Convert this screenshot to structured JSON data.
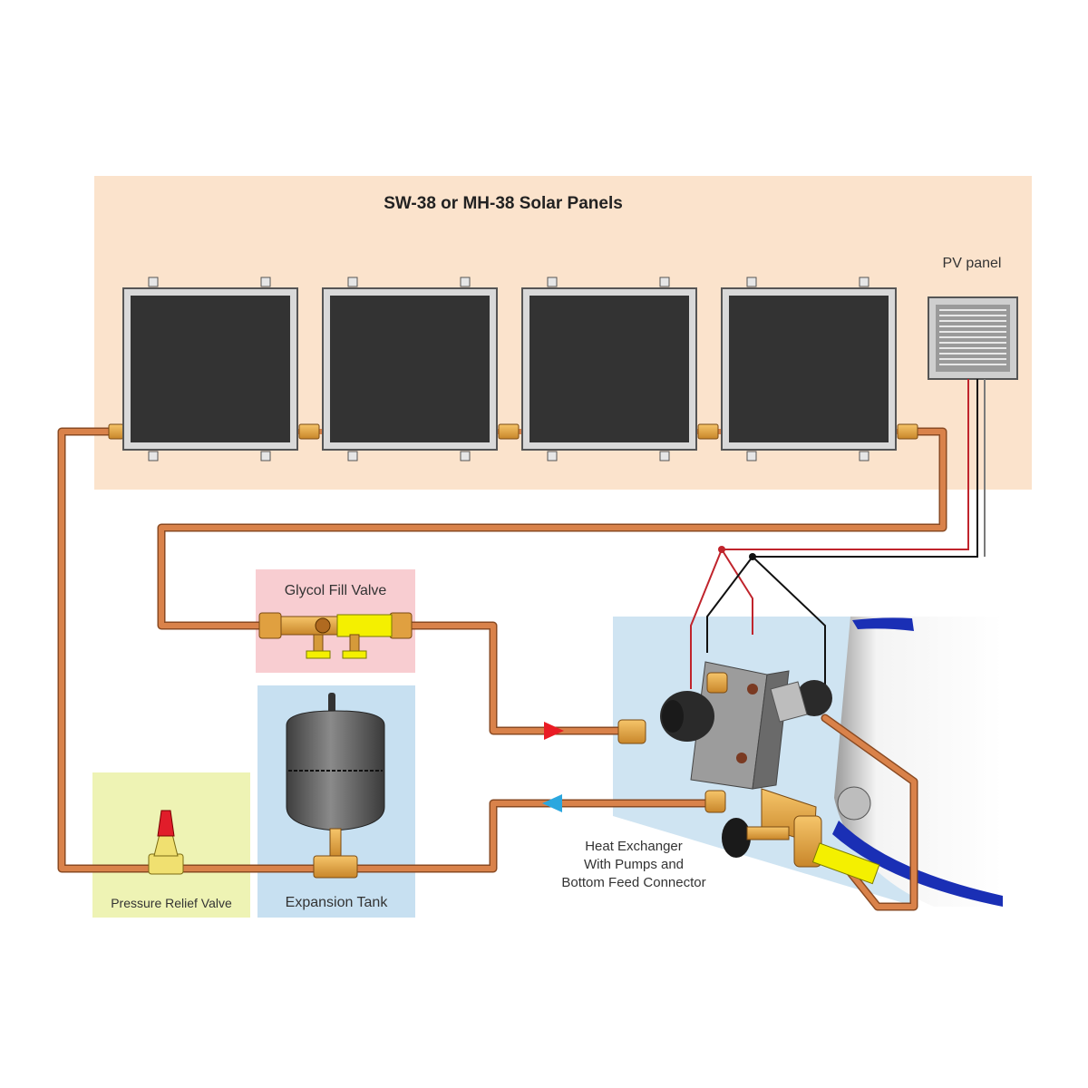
{
  "title": "SW-38 or MH-38 Solar Panels",
  "labels": {
    "pv_panel": "PV panel",
    "glycol_fill_valve": "Glycol Fill Valve",
    "pressure_relief_valve": "Pressure Relief Valve",
    "expansion_tank": "Expansion Tank",
    "heat_exchanger": [
      "Heat Exchanger",
      "With Pumps and",
      "Bottom Feed Connector"
    ]
  },
  "colors": {
    "panel_zone": "#fbe3cc",
    "glycol_zone": "#f8cdd1",
    "expansion_zone": "#c7e0f1",
    "relief_zone": "#eef3b4",
    "exchanger_zone": "#cfe4f2",
    "pipe": "#c8733e",
    "collector": "#333333",
    "flow_supply": "#ea1c24",
    "flow_return": "#2aa7df"
  }
}
